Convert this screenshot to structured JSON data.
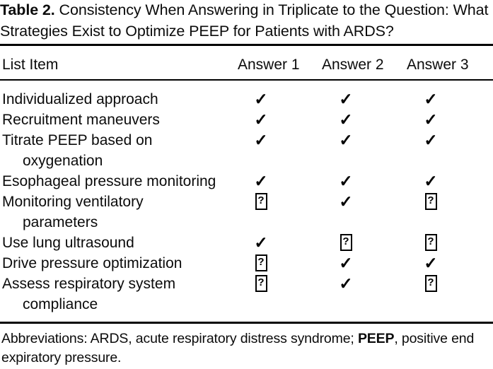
{
  "caption": {
    "label": "Table 2.",
    "text": "Consistency When Answering in Triplicate to the Question: What Strategies Exist to Optimize PEEP for Patients with ARDS?"
  },
  "table": {
    "headers": {
      "list_item": "List Item",
      "answer1": "Answer 1",
      "answer2": "Answer 2",
      "answer3": "Answer 3"
    },
    "marks": {
      "check": "✓",
      "unknown": "?"
    },
    "rows": [
      {
        "label": "Individualized approach",
        "label_line1": "Individualized approach",
        "label_line2": "",
        "answer1": "check",
        "answer2": "check",
        "answer3": "check"
      },
      {
        "label": "Recruitment maneuvers",
        "label_line1": "Recruitment maneuvers",
        "label_line2": "",
        "answer1": "check",
        "answer2": "check",
        "answer3": "check"
      },
      {
        "label": "Titrate PEEP based on oxygenation",
        "label_line1": "Titrate PEEP based on",
        "label_line2": "oxygenation",
        "answer1": "check",
        "answer2": "check",
        "answer3": "check"
      },
      {
        "label": "Esophageal pressure monitoring",
        "label_line1": "Esophageal pressure monitoring",
        "label_line2": "",
        "answer1": "check",
        "answer2": "check",
        "answer3": "check"
      },
      {
        "label": "Monitoring ventilatory parameters",
        "label_line1": "Monitoring ventilatory",
        "label_line2": "parameters",
        "answer1": "unknown",
        "answer2": "check",
        "answer3": "unknown"
      },
      {
        "label": "Use lung ultrasound",
        "label_line1": "Use lung ultrasound",
        "label_line2": "",
        "answer1": "check",
        "answer2": "unknown",
        "answer3": "unknown"
      },
      {
        "label": "Drive pressure optimization",
        "label_line1": "Drive pressure optimization",
        "label_line2": "",
        "answer1": "unknown",
        "answer2": "check",
        "answer3": "check"
      },
      {
        "label": "Assess respiratory system compliance",
        "label_line1": "Assess respiratory system",
        "label_line2": "compliance",
        "answer1": "unknown",
        "answer2": "check",
        "answer3": "unknown"
      }
    ]
  },
  "footnote": {
    "prefix": "Abbreviations: ARDS, acute respiratory distress syndrome; ",
    "abbr": "PEEP",
    "suffix": ", positive end expiratory pressure."
  },
  "colors": {
    "text": "#0b0b0b",
    "rule": "#000000",
    "background": "#ffffff"
  }
}
